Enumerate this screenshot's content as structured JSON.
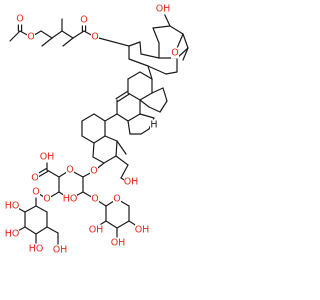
{
  "colors": {
    "bond": "#1a1a1a",
    "oxygen": "#e8291c",
    "carbon": "#1a1a1a",
    "background": "#ffffff"
  },
  "labels": [
    {
      "id": "oh-cooh",
      "text": "OH"
    },
    {
      "id": "o-cooh-carbonyl",
      "text": "O"
    },
    {
      "id": "o-ring-glca",
      "text": "O"
    },
    {
      "id": "o-glycosidic-c3",
      "text": "O"
    },
    {
      "id": "oh-glca-3",
      "text": "HO"
    },
    {
      "id": "o-glycosidic-gal",
      "text": "O"
    },
    {
      "id": "o-glycosidic-xyl",
      "text": "O"
    },
    {
      "id": "o-ring-gal",
      "text": "O"
    },
    {
      "id": "oh-gal-2",
      "text": "HO"
    },
    {
      "id": "oh-gal-3",
      "text": "HO"
    },
    {
      "id": "oh-gal-4",
      "text": "HO"
    },
    {
      "id": "oh-gal-6",
      "text": "OH"
    },
    {
      "id": "o-ring-xyl",
      "text": "O"
    },
    {
      "id": "oh-xyl-2",
      "text": "OH"
    },
    {
      "id": "oh-xyl-3",
      "text": "OH"
    },
    {
      "id": "oh-xyl-4",
      "text": "OH"
    },
    {
      "id": "oh-c23",
      "text": "OH"
    },
    {
      "id": "oh-c16",
      "text": "OH"
    },
    {
      "id": "o-ester-link",
      "text": "O"
    },
    {
      "id": "o-ester-carbonyl",
      "text": "O"
    },
    {
      "id": "o-ether-bridge",
      "text": "O"
    },
    {
      "id": "o-acetyl-ester",
      "text": "O"
    },
    {
      "id": "o-acetyl-carbonyl",
      "text": "O"
    },
    {
      "id": "h-stereo",
      "text": "H"
    }
  ]
}
